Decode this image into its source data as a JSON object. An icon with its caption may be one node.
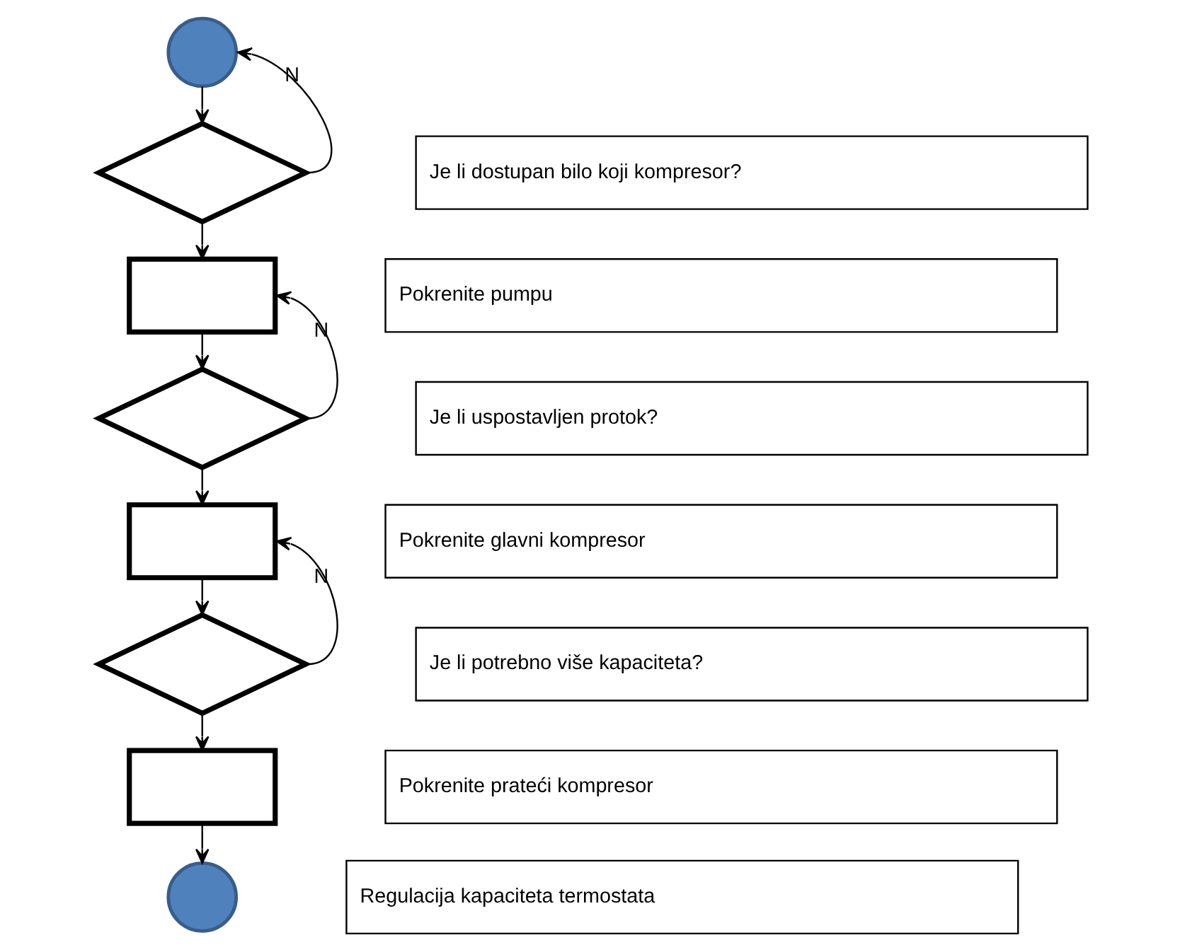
{
  "diagram": {
    "nodes": [
      {
        "text": [],
        "shape": "circle"
      },
      {
        "text": [],
        "shape": "diamond"
      },
      {
        "text": [],
        "shape": "box"
      },
      {
        "text": [],
        "shape": "diamond"
      },
      {
        "text": [],
        "shape": "box"
      },
      {
        "text": [],
        "shape": "diamond"
      },
      {
        "text": [],
        "shape": "box"
      },
      {
        "text": [],
        "shape": "circle"
      },
      {
        "text": [
          "Je li dostupan bilo koji kompresor?"
        ]
      },
      {
        "text": [
          "Pokrenite pumpu"
        ]
      },
      {
        "text": [
          "Je li uspostavljen protok?"
        ]
      },
      {
        "text": [
          "Pokrenite glavni kompresor"
        ]
      },
      {
        "text": [
          "Je li potrebno više kapaciteta?"
        ]
      },
      {
        "text": [
          "Pokrenite prateći kompresor"
        ]
      },
      {
        "text": [
          "Regulacija kapaciteta termostata"
        ]
      }
    ],
    "edges": [
      {
        "from": 0,
        "to": 1,
        "arrow": "to"
      },
      {
        "from": 1,
        "to": 0,
        "arrow": "to",
        "label": "N"
      },
      {
        "from": 1,
        "to": 2,
        "arrow": "to"
      },
      {
        "from": 2,
        "to": 3,
        "arrow": "to"
      },
      {
        "from": 3,
        "to": 2,
        "arrow": "to",
        "label": "N"
      },
      {
        "from": 3,
        "to": 4,
        "arrow": "to"
      },
      {
        "from": 4,
        "to": 5,
        "arrow": "to"
      },
      {
        "from": 5,
        "to": 4,
        "arrow": "to",
        "label": "N"
      },
      {
        "from": 5,
        "to": 6,
        "arrow": "to"
      },
      {
        "from": 6,
        "to": 7,
        "arrow": "to"
      }
    ]
  }
}
